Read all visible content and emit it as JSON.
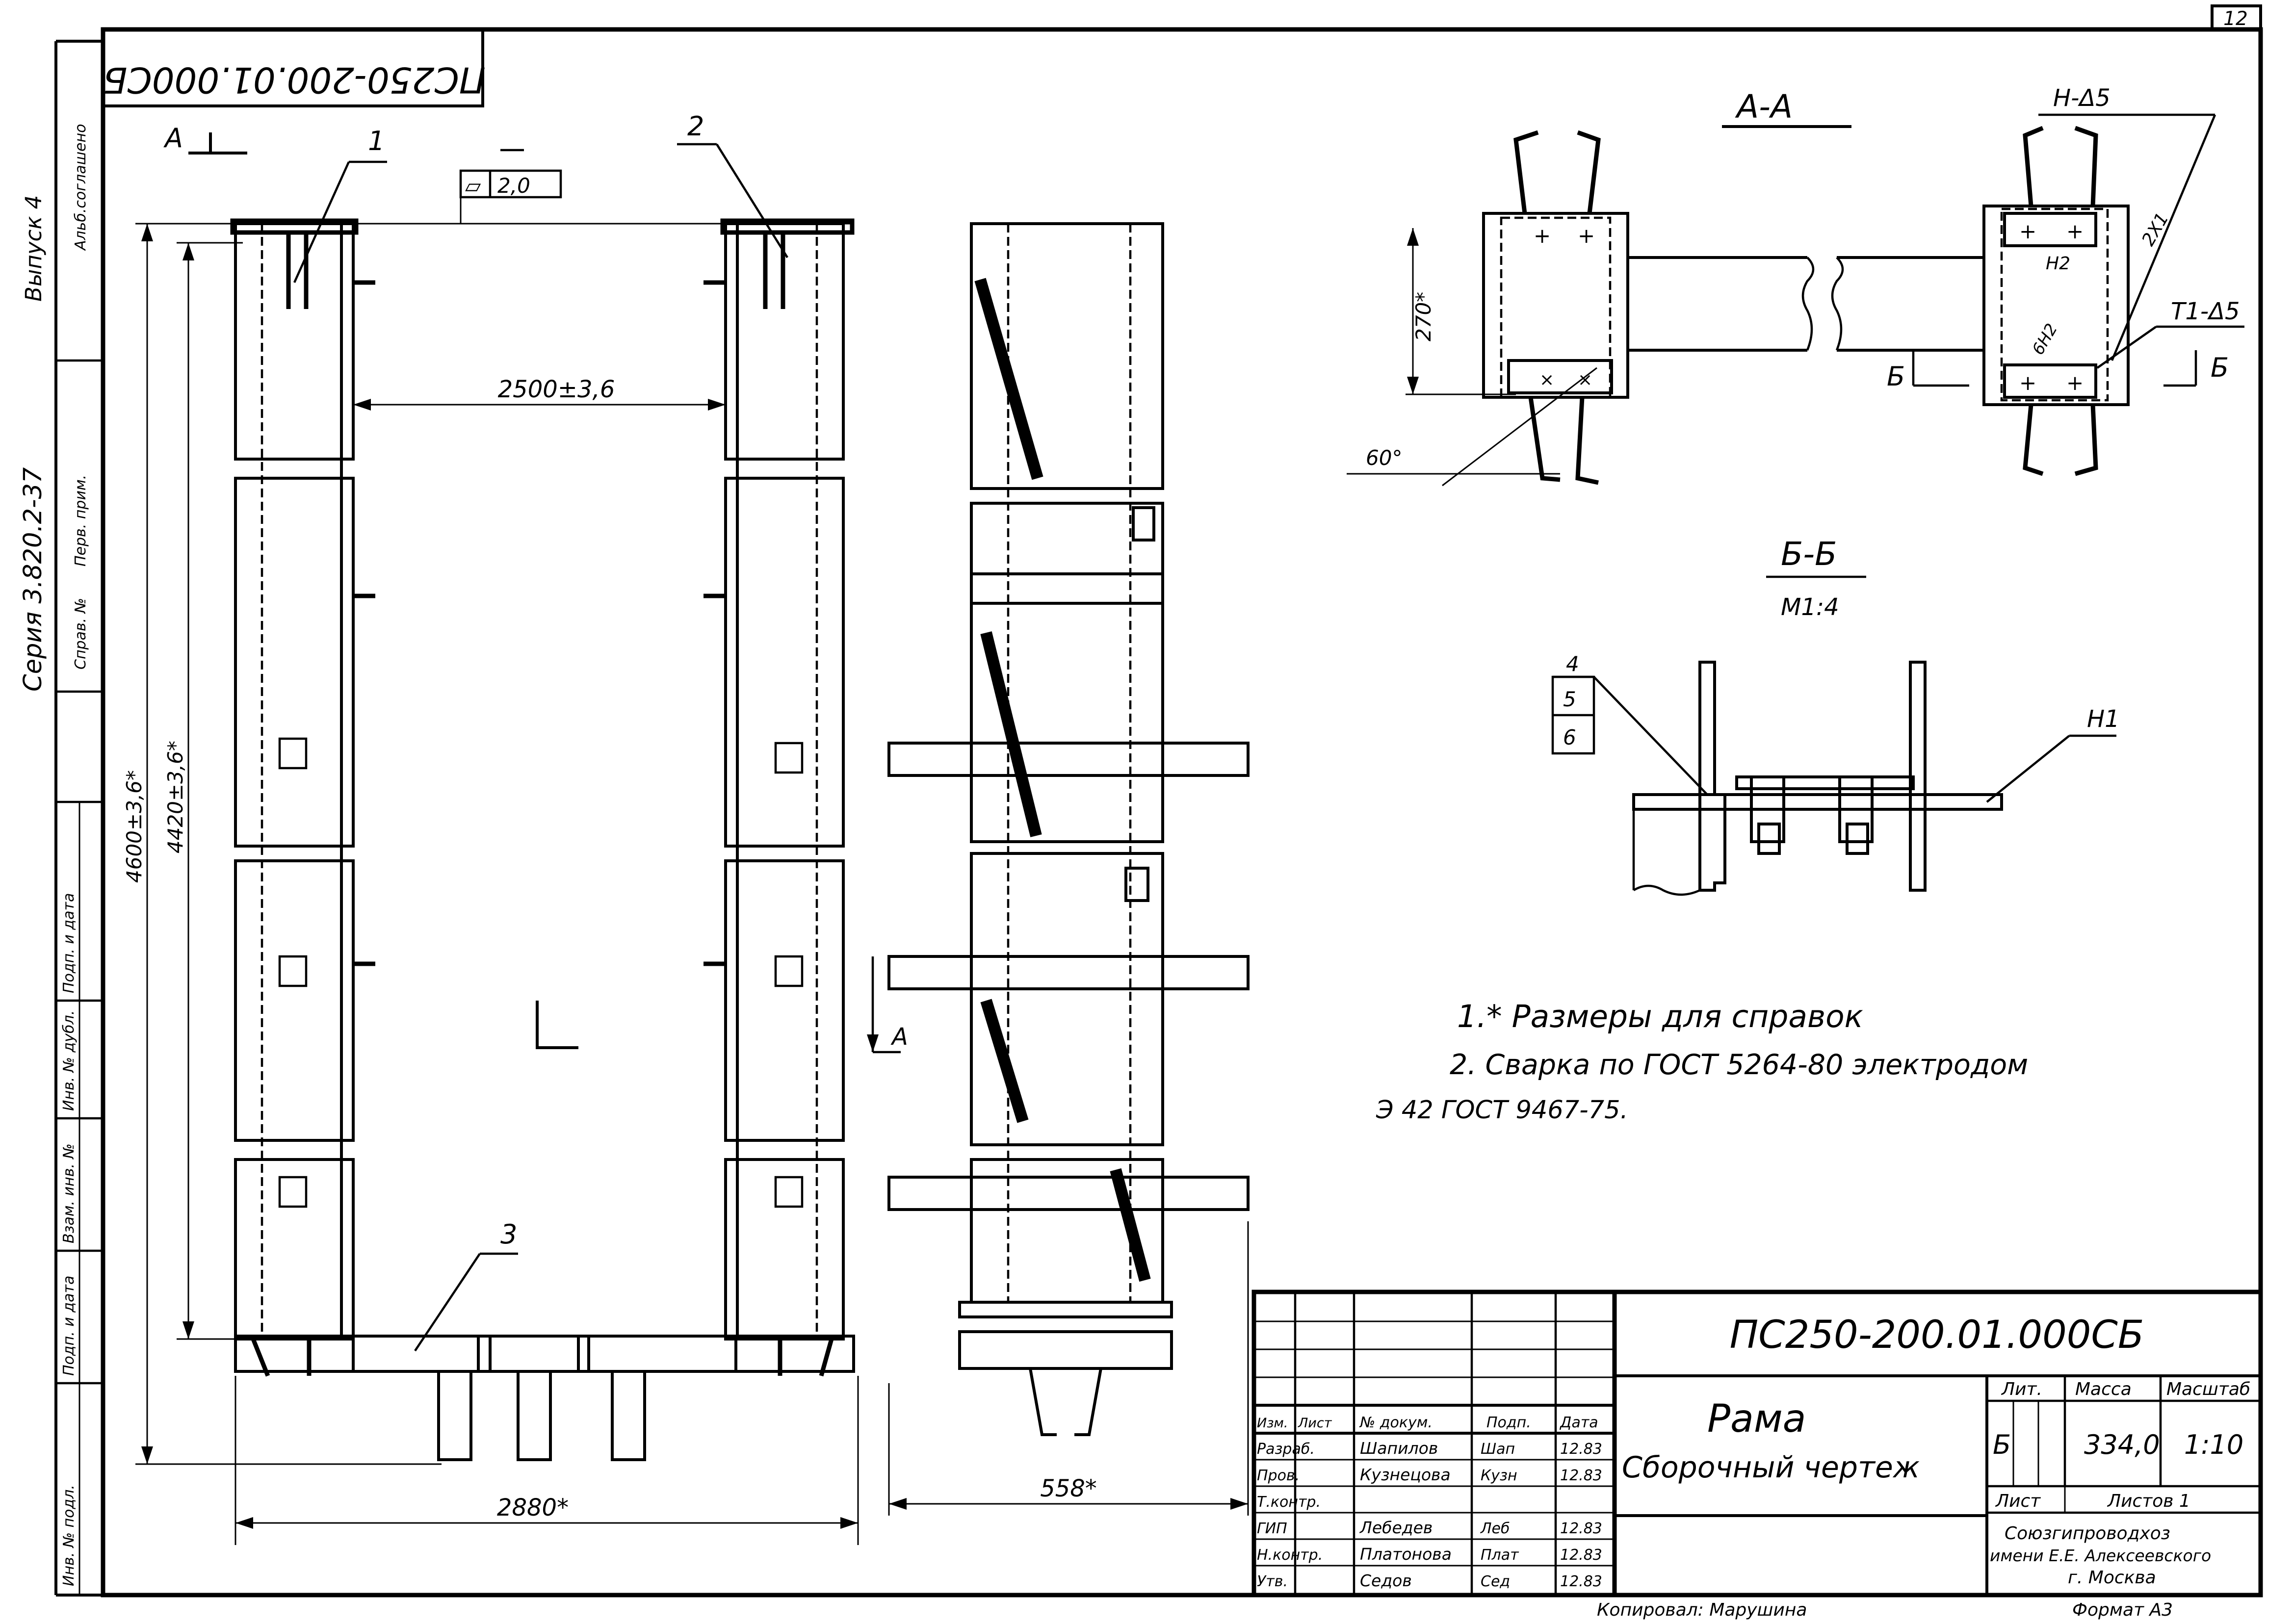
{
  "sheet_number": "12",
  "stamp_top": "ПС250-200.01.000СБ",
  "side_strip": {
    "series": "Серия 3.820.2-37",
    "issue": "Выпуск 4",
    "sign1": "Альб.соглашено",
    "perv_prim": "Перв. прим.",
    "sprav_no": "Справ. №",
    "podp_date": "Подп. и дата",
    "inv_dubl": "Инв. № дубл.",
    "vzam_inv": "Взам. инв. №",
    "podp_date2": "Подп. и дата",
    "inv_podl": "Инв. № подл."
  },
  "plan_view": {
    "section_mark_a": "А",
    "flatness_symbol": "▱",
    "flatness_value": "2,0",
    "callout_1": "1",
    "callout_2": "2",
    "callout_3": "3",
    "dim_inner": "2500±3,6",
    "dim_overall_h": "4600±3,6*",
    "dim_inner_h": "4420±3,6*",
    "dim_width": "2880*",
    "section_arrow_a": "А"
  },
  "side_view": {
    "dim_width": "558*"
  },
  "section_aa": {
    "title": "А-А",
    "dim_270": "270*",
    "angle_60": "60°",
    "weld_top": "Н-Δ5",
    "weld_right": "Т1-Δ5",
    "weld_2x1": "2Х1",
    "n2": "Н2",
    "n6": "6Н2",
    "section_b_left": "Б",
    "section_b_right": "Б"
  },
  "section_bb": {
    "title": "Б-Б",
    "scale": "М1:4",
    "pos4": "4",
    "pos5": "5",
    "pos6": "6",
    "n1": "Н1"
  },
  "notes": {
    "note1": "1.* Размеры для справок",
    "note2": "2. Сварка по ГОСТ 5264-80 электродом",
    "note3": "Э 42 ГОСТ 9467-75."
  },
  "title_block": {
    "doc_code": "ПС250-200.01.000СБ",
    "name": "Рама",
    "doc_type": "Сборочный чертеж",
    "lit_label": "Лит.",
    "mass_label": "Масса",
    "scale_label": "Масштаб",
    "lit_value": "Б",
    "mass_value": "334,0",
    "scale_value": "1:10",
    "sheet_label": "Лист",
    "sheets_label": "Листов 1",
    "org_line1": "Союзгипроводхоз",
    "org_line2": "имени Е.Е. Алексеевского",
    "org_line3": "г. Москва",
    "header_izm": "Изм.",
    "header_list": "Лист",
    "header_docno": "№ докум.",
    "header_sign": "Подп.",
    "header_date": "Дата",
    "roles": [
      {
        "role": "Разраб.",
        "name": "Шапилов",
        "sign": "Шап",
        "date": "12.83"
      },
      {
        "role": "Пров.",
        "name": "Кузнецова",
        "sign": "Кузн",
        "date": "12.83"
      },
      {
        "role": "Т.контр.",
        "name": "",
        "sign": "",
        "date": ""
      },
      {
        "role": "ГИП",
        "name": "Лебедев",
        "sign": "Леб",
        "date": "12.83"
      },
      {
        "role": "Н.контр.",
        "name": "Платонова",
        "sign": "Плат",
        "date": "12.83"
      },
      {
        "role": "Утв.",
        "name": "Седов",
        "sign": "Сед",
        "date": "12.83"
      }
    ],
    "copied_by": "Копировал: Марушина",
    "format": "Формат А3"
  }
}
